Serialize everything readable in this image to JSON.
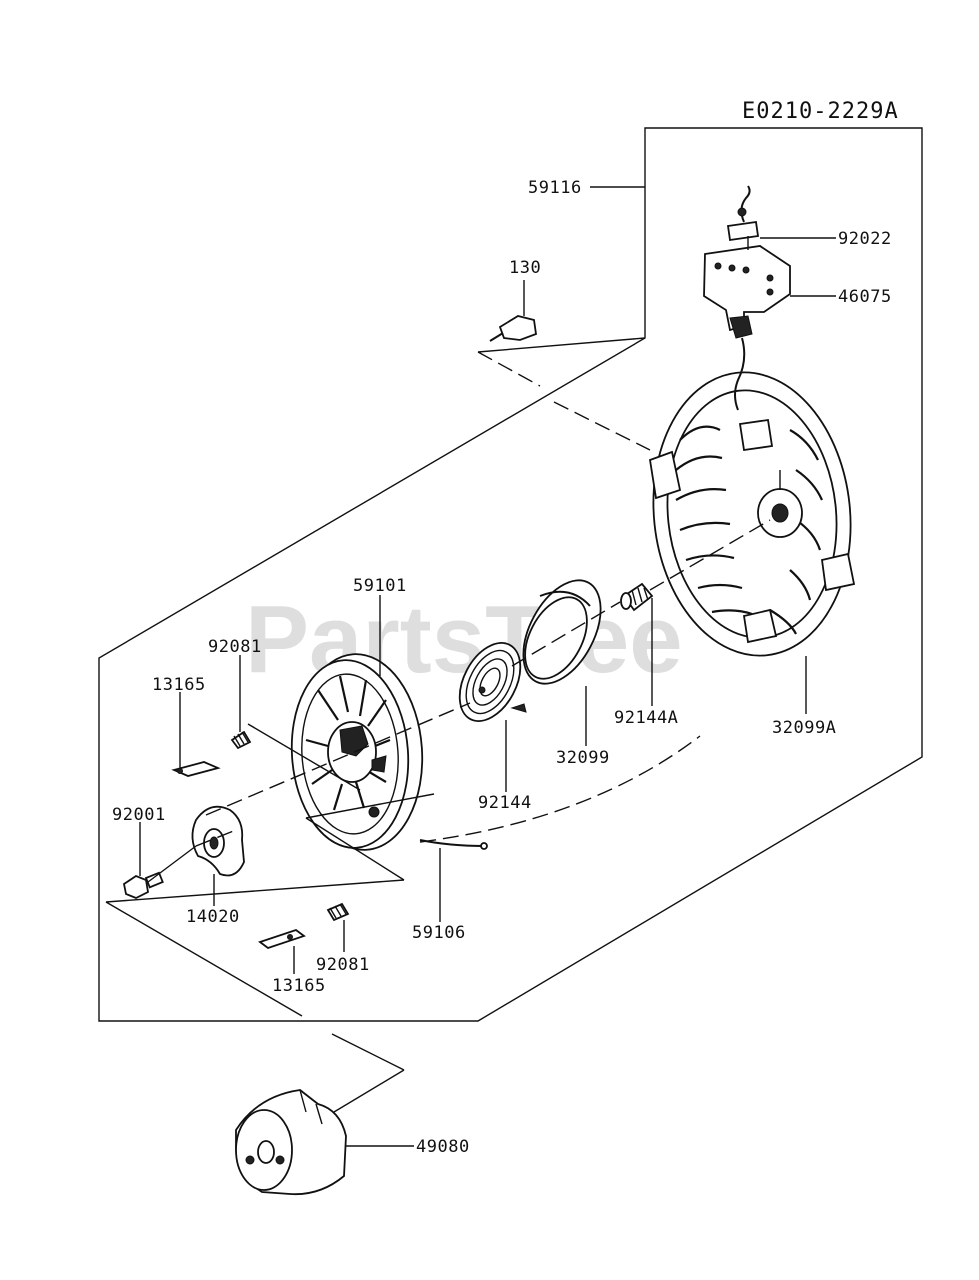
{
  "diagram_code": "E0210-2229A",
  "watermark": "PartsTree",
  "labels": {
    "p59116": "59116",
    "p130": "130",
    "p92022": "92022",
    "p46075": "46075",
    "p59101": "59101",
    "p92081_top": "92081",
    "p13165_top": "13165",
    "p92001": "92001",
    "p14020": "14020",
    "p92081_bottom": "92081",
    "p13165_bottom": "13165",
    "p92144": "92144",
    "p32099": "32099",
    "p92144A": "92144A",
    "p32099A": "32099A",
    "p59106": "59106",
    "p49080": "49080"
  }
}
